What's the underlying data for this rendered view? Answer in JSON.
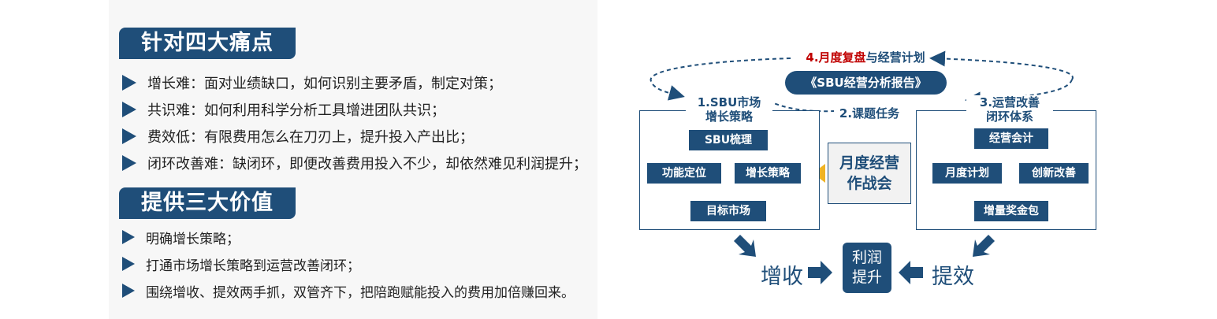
{
  "left": {
    "heading1": "针对四大痛点",
    "pains": [
      "增长难：面对业绩缺口，如何识别主要矛盾，制定对策；",
      "共识难：如何利用科学分析工具增进团队共识；",
      "费效低：有限费用怎么在刀刃上，提升投入产出比；",
      "闭环改善难：缺闭环，即便改善费用投入不少，却依然难见利润提升；"
    ],
    "heading2": "提供三大价值",
    "values": [
      "明确增长策略；",
      "打通市场增长策略到运营改善闭环；",
      "围绕增收、提效两手抓，双管齐下，把陪跑赋能投入的费用加倍赚回来。"
    ]
  },
  "diagram": {
    "top_label_part1": "4.月度复盘",
    "top_label_part2": "与经营计划",
    "report": "《SBU经营分析报告》",
    "left_title_line1": "1.SBU市场",
    "left_title_line2": "增长策略",
    "task_label": "2.课题任务",
    "right_title_line1": "3.运营改善",
    "right_title_line2": "闭环体系",
    "left_nodes": {
      "top": "SBU梳理",
      "left": "功能定位",
      "right": "增长策略",
      "bottom": "目标市场"
    },
    "center_line1": "月度经营",
    "center_line2": "作战会",
    "right_nodes": {
      "top": "经营会计",
      "left": "月度计划",
      "right": "创新改善",
      "bottom": "增量奖金包"
    },
    "increase_revenue": "增收",
    "efficiency": "提效",
    "profit_line1": "利润",
    "profit_line2": "提升"
  },
  "colors": {
    "primary": "#1f4e79",
    "accent": "#f0b323",
    "highlight": "#c00000"
  }
}
